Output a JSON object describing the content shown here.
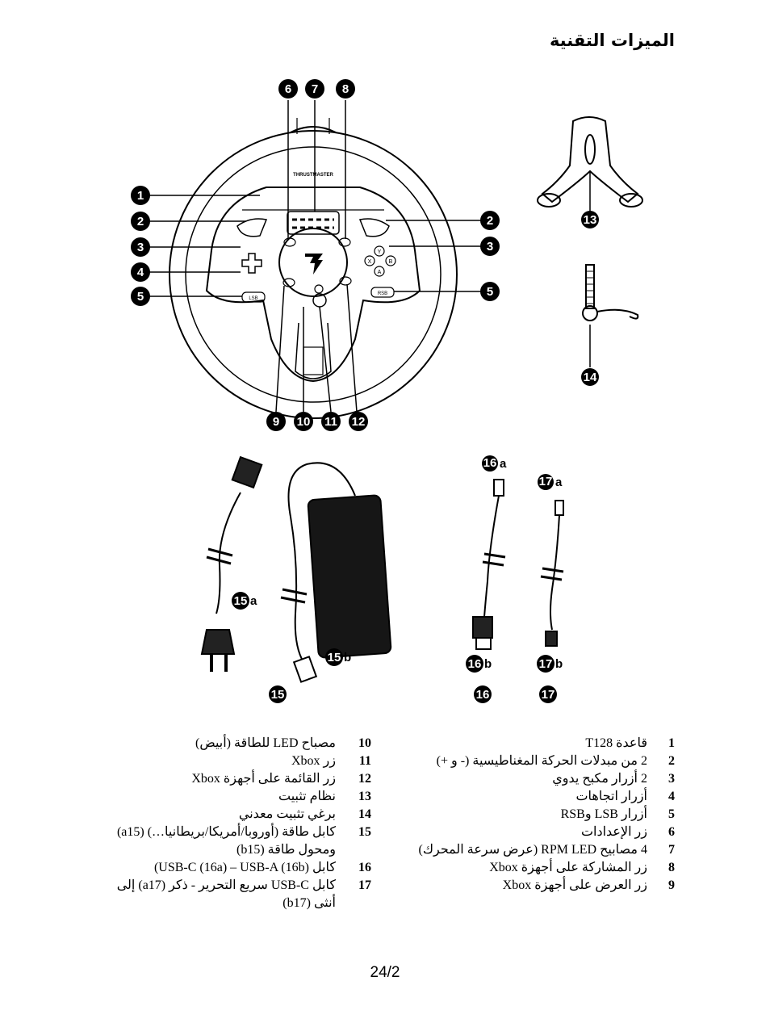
{
  "page_title": "الميزات التقنية",
  "figure": {
    "brand_text": "THRUSTMASTER",
    "callouts_top": [
      "6",
      "7",
      "8"
    ],
    "callouts_left": [
      "1",
      "2",
      "3",
      "4",
      "5"
    ],
    "callouts_right": [
      "2",
      "3",
      "5"
    ],
    "callouts_bottom": [
      "9",
      "10",
      "11",
      "12"
    ],
    "callout_13": "13",
    "callout_14": "14",
    "callout_15": "15",
    "callout_15a": "15",
    "callout_15a_suffix": "a",
    "callout_15b": "15",
    "callout_15b_suffix": "b",
    "callout_16": "16",
    "callout_16a": "16",
    "callout_16a_suffix": "a",
    "callout_16b": "16",
    "callout_16b_suffix": "b",
    "callout_17": "17",
    "callout_17a": "17",
    "callout_17a_suffix": "a",
    "callout_17b": "17",
    "callout_17b_suffix": "b",
    "button_labels": [
      "LSB",
      "RSB",
      "Y",
      "X",
      "B",
      "A"
    ]
  },
  "legend_right": [
    {
      "num": "1",
      "text": "قاعدة  T128"
    },
    {
      "num": "2",
      "text": "2 من مبدلات الحركة المغناطيسية (- و +)"
    },
    {
      "num": "3",
      "text": "2 أزرار مكبح يدوي"
    },
    {
      "num": "4",
      "text": "أزرار اتجاهات"
    },
    {
      "num": "5",
      "text": "أزرار LSB وRSB"
    },
    {
      "num": "6",
      "text": "زر الإعدادات"
    },
    {
      "num": "7",
      "text": "4 مصابيح RPM LED (عرض سرعة المحرك)"
    },
    {
      "num": "8",
      "text": "زر المشاركة على أجهزة Xbox"
    },
    {
      "num": "9",
      "text": "زر العرض على أجهزة Xbox"
    }
  ],
  "legend_left": [
    {
      "num": "10",
      "text": "مصباح LED للطاقة (أبيض)"
    },
    {
      "num": "11",
      "text": "زر Xbox"
    },
    {
      "num": "12",
      "text": "زر القائمة على أجهزة Xbox"
    },
    {
      "num": "13",
      "text": "نظام تثبيت"
    },
    {
      "num": "14",
      "text": "برغي تثبيت معدني"
    },
    {
      "num": "15",
      "text": "كابل طاقة (أوروبا/أمريكا/بريطانيا…) (a15)"
    },
    {
      "num": "",
      "text": "ومحول طاقة (b15)"
    },
    {
      "num": "16",
      "text": "كابل USB-C (16a) – USB-A (16b))"
    },
    {
      "num": "17",
      "text": "كابل USB-C سريع التحرير - ذكر (a17) إلى"
    },
    {
      "num": "",
      "text": "أنثى (b17)"
    }
  ],
  "page_number": "24/2"
}
